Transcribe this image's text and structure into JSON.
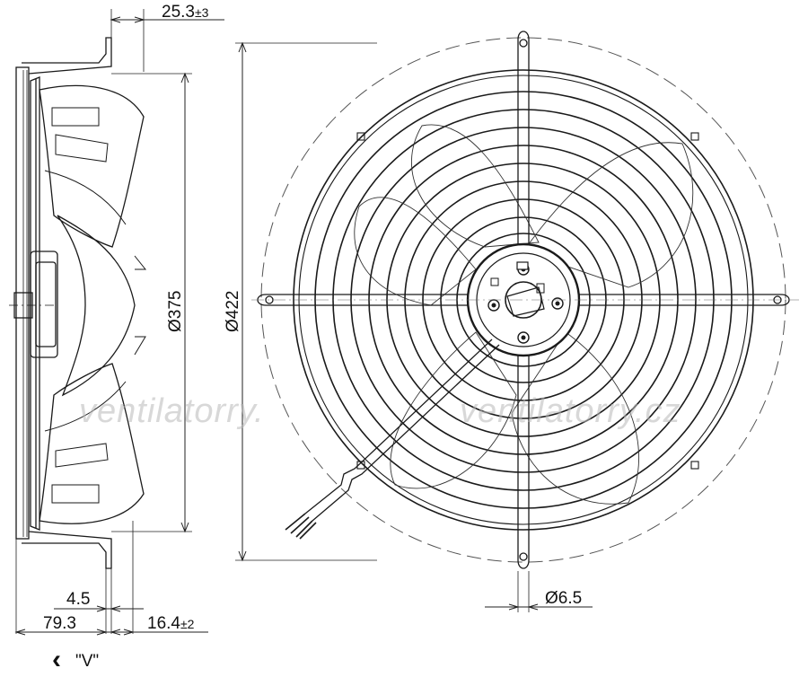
{
  "dimensions": {
    "top_offset": {
      "value": "25.3",
      "tol": "±3"
    },
    "impeller_diameter": "Ø375",
    "guard_diameter": "Ø422",
    "hole_diameter": "Ø6.5",
    "bottom_small": "4.5",
    "overall_depth": "79.3",
    "rear_offset": {
      "value": "16.4",
      "tol": "±2"
    }
  },
  "view_label": "\"V\"",
  "view_marker_glyph": "‹",
  "watermark": {
    "left": "ventilatorry.",
    "right": "ventilatorry.cz"
  },
  "colors": {
    "line": "#1a1a1a",
    "dim_line": "#222222",
    "dashed": "#555555",
    "watermark": "#b9b9b9"
  }
}
